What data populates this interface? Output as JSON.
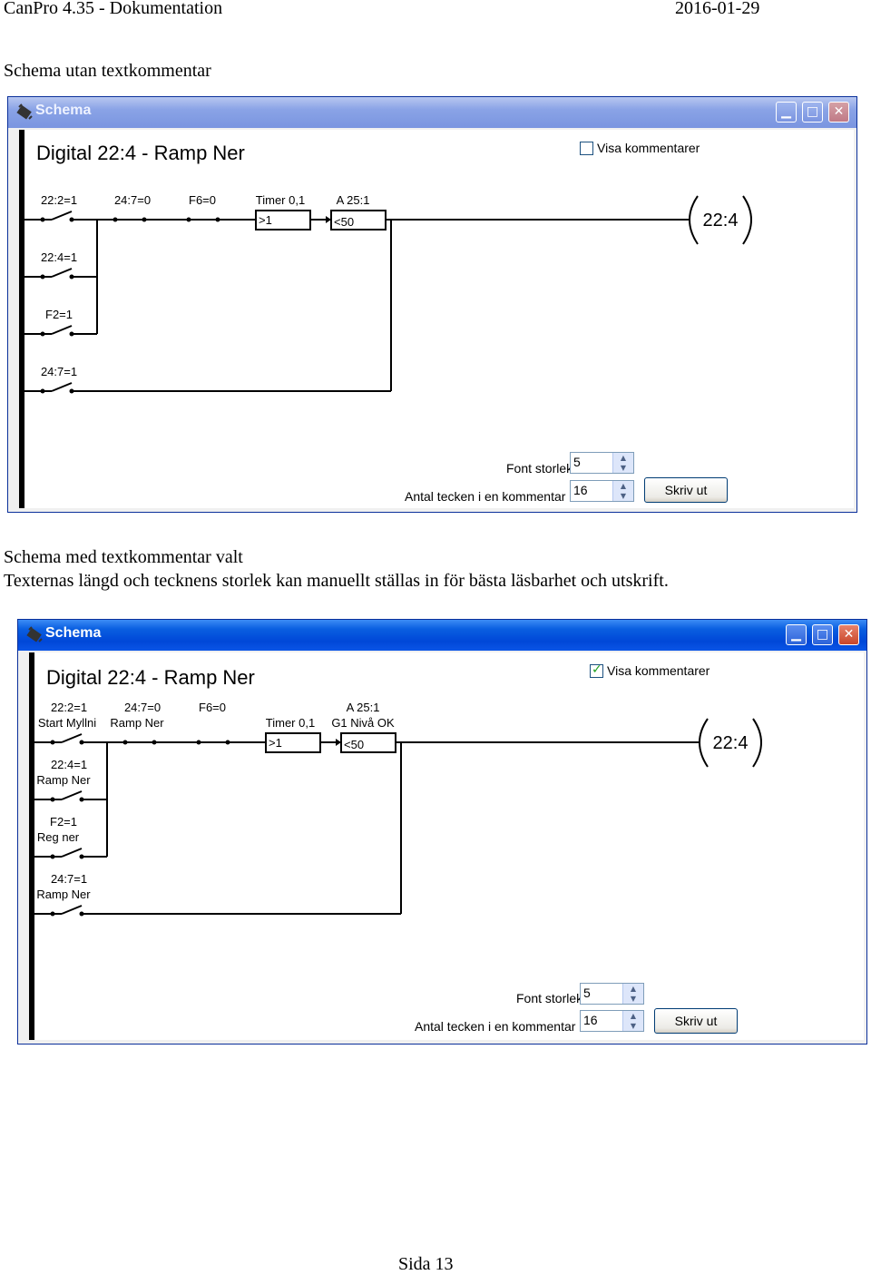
{
  "header": {
    "title": "CanPro 4.35 - Dokumentation",
    "date": "2016-01-29"
  },
  "captions": {
    "first": "Schema utan textkommentar",
    "second_line1": "Schema med textkommentar valt",
    "second_line2": "Texternas längd och tecknens storlek kan manuellt ställas in för bästa läsbarhet och utskrift."
  },
  "footer": {
    "page": "Sida 13"
  },
  "window": {
    "title": "Schema",
    "heading": "Digital 22:4 - Ramp Ner",
    "checkbox_label": "Visa kommentarer",
    "font_size_label": "Font storlek",
    "font_size_value": "5",
    "comment_length_label": "Antal tecken i en kommentar",
    "comment_length_value": "16",
    "print_button": "Skriv ut",
    "minimize_glyph": "▁",
    "maximize_glyph": "□",
    "close_glyph": "✕",
    "spin_up": "▲",
    "spin_down": "▼",
    "check_glyph": "✓"
  },
  "diagram": {
    "contacts": [
      "22:2=1",
      "24:7=0",
      "F6=0",
      "22:4=1",
      "F2=1",
      "24:7=1"
    ],
    "timer_label": "Timer 0,1",
    "timer_value": ">1",
    "analog_label": "A 25:1",
    "analog_value": "<50",
    "coil_label": "22:4",
    "comments": {
      "c1": "Start Myllni",
      "c2": "Ramp Ner",
      "c4": "Ramp Ner",
      "c5": "Reg ner",
      "c6": "Ramp Ner",
      "analog": "G1 Nivå OK"
    }
  },
  "win1": {
    "checked": false
  },
  "win2": {
    "checked": true
  }
}
